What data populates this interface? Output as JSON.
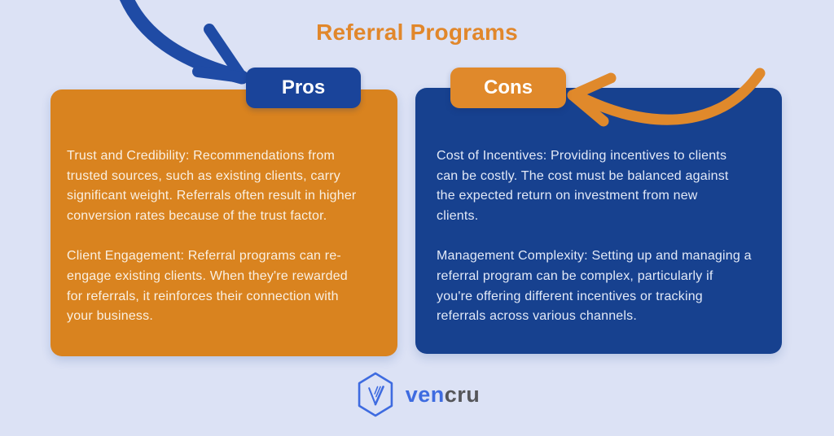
{
  "title": "Referral Programs",
  "pros": {
    "label": "Pros",
    "paragraphs": [
      "Trust and Credibility: Recommendations from\ntrusted sources, such as existing clients, carry\nsignificant weight. Referrals often result in higher\nconversion rates because of the trust factor.",
      "Client Engagement: Referral programs can re-\nengage existing clients. When they're rewarded\nfor referrals, it reinforces their connection with\nyour business."
    ]
  },
  "cons": {
    "label": "Cons",
    "paragraphs": [
      "Cost of Incentives: Providing incentives to clients\ncan be costly. The cost must be balanced against\nthe expected return on investment from new\nclients.",
      "Management Complexity: Setting up and managing a\nreferral program can be complex, particularly if\nyou're offering different incentives or tracking\nreferrals across various channels."
    ]
  },
  "footer": {
    "brand": {
      "ven": "ven",
      "cru": "cru"
    }
  },
  "icons": {
    "blue_arrow": "hand-drawn curved arrow pointing down-right to Pros",
    "orange_arrow": "hand-drawn curved arrow pointing left to Cons",
    "logo": "vencru hexagon V logo"
  },
  "colors": {
    "background": "#DCE2F5",
    "card_orange": "#D9831F",
    "card_blue": "#17418F",
    "badge_blue": "#1A449A",
    "badge_orange": "#E0892B",
    "title_orange": "#E1872B",
    "arrow_blue": "#1F4BA5",
    "arrow_orange": "#E0892B",
    "logo_blue": "#3E6BE0",
    "logo_gray": "#55565A"
  }
}
